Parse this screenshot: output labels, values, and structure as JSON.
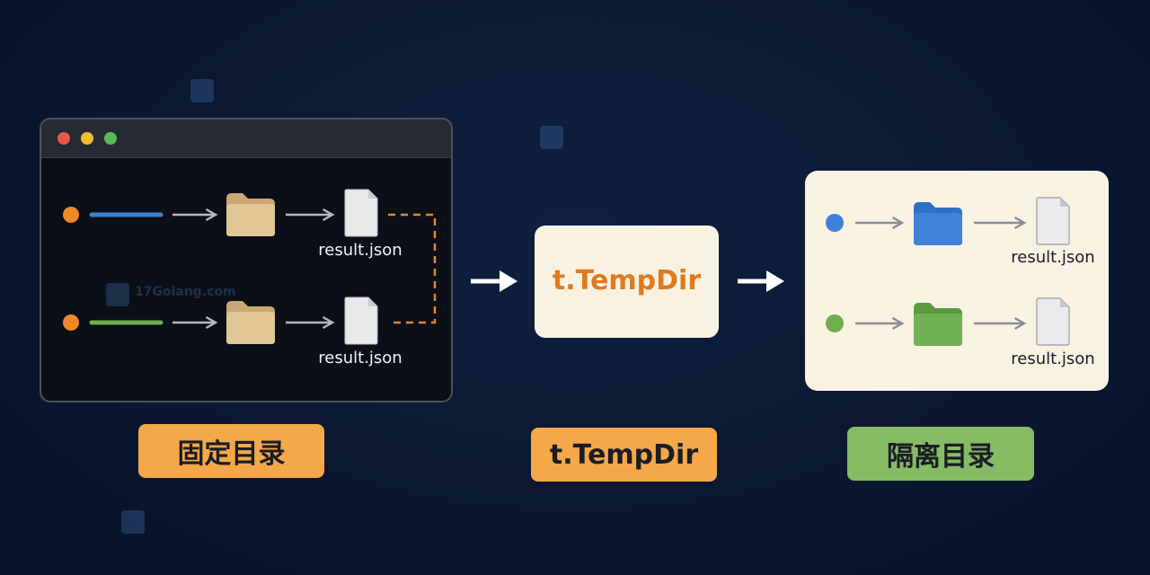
{
  "left_panel": {
    "rows": [
      {
        "dot_color": "#f0862a",
        "line_color": "#3f7fd8",
        "folder_icon": "folder-icon",
        "file_icon": "document-icon",
        "file_label": "result.json"
      },
      {
        "dot_color": "#f0862a",
        "line_color": "#6fae4e",
        "folder_icon": "folder-icon",
        "file_icon": "document-icon",
        "file_label": "result.json"
      }
    ],
    "connector_color": "#e8842a"
  },
  "center": {
    "card_label": "t.TempDir"
  },
  "right_panel": {
    "rows": [
      {
        "dot_color": "#3f7fd8",
        "folder_color": "#3f82d8",
        "folder_icon": "folder-icon",
        "file_icon": "document-icon",
        "file_label": "result.json"
      },
      {
        "dot_color": "#6fae4e",
        "folder_color": "#72b155",
        "folder_icon": "folder-icon",
        "file_icon": "document-icon",
        "file_label": "result.json"
      }
    ]
  },
  "labels": {
    "left": "固定目录",
    "middle": "t.TempDir",
    "right": "隔离目录"
  },
  "watermark": {
    "text": "17Golang.com"
  },
  "colors": {
    "background": "#0c1a33",
    "accent_orange": "#f4a84a",
    "accent_green": "#86bb65",
    "card_bg": "#f8f2e3"
  }
}
